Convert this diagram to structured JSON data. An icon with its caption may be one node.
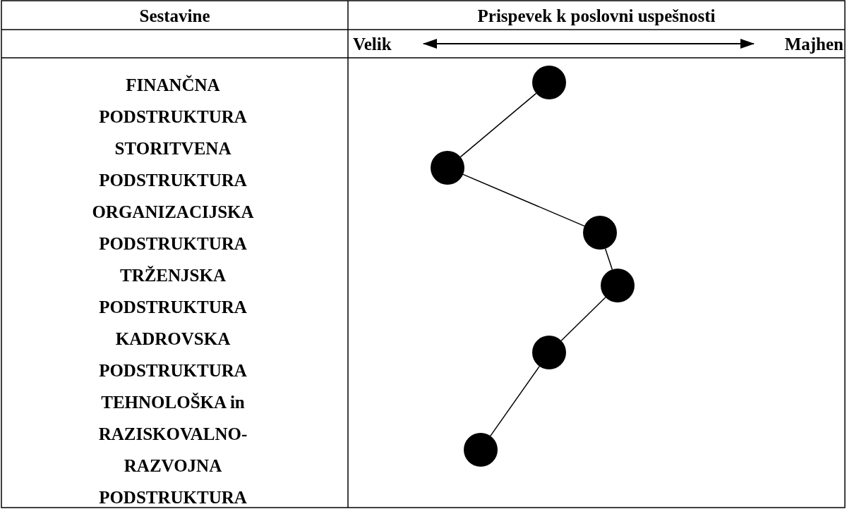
{
  "diagram": {
    "nodes": [
      {
        "text": [],
        "shape": "circle"
      },
      {
        "text": [],
        "shape": "circle"
      },
      {
        "text": [],
        "shape": "circle"
      },
      {
        "text": [],
        "shape": "circle"
      },
      {
        "text": [],
        "shape": "circle"
      },
      {
        "text": [],
        "shape": "circle"
      }
    ],
    "edges": [
      {
        "from": 0,
        "to": 1,
        "arrow": "none"
      },
      {
        "from": 1,
        "to": 2,
        "arrow": "none"
      },
      {
        "from": 2,
        "to": 3,
        "arrow": "none"
      },
      {
        "from": 3,
        "to": 4,
        "arrow": "none"
      },
      {
        "from": 4,
        "to": 5,
        "arrow": "none"
      }
    ],
    "labels": [
      "Sestavine",
      "Prispevek k poslovni uspešnosti",
      "Velik",
      "Majhen",
      "FINANČNA PODSTRUKTURA",
      "STORITVENA PODSTRUKTURA",
      "ORGANIZACIJSKA PODSTRUKTURA",
      "TRŽENJSKA PODSTRUKTURA",
      "KADROVSKA PODSTRUKTURA",
      "TEHNOLOŠKA in RAZISKOVALNO- RAZVOJNA PODSTRUKTURA"
    ]
  }
}
